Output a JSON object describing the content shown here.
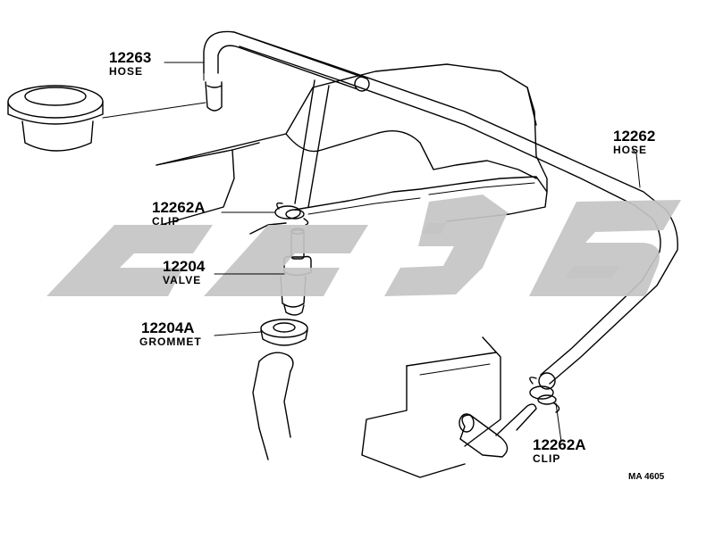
{
  "parts": [
    {
      "id": "hose-12263",
      "number": "12263",
      "name": "HOSE"
    },
    {
      "id": "hose-12262",
      "number": "12262",
      "name": "HOSE"
    },
    {
      "id": "clip-upper",
      "number": "12262A",
      "name": "CLIP"
    },
    {
      "id": "valve",
      "number": "12204",
      "name": "VALVE"
    },
    {
      "id": "grommet",
      "number": "12204A",
      "name": "GROMMET"
    },
    {
      "id": "clip-lower",
      "number": "12262A",
      "name": "CLIP"
    }
  ],
  "reference": "MA 4605",
  "colors": {
    "line": "#000000",
    "watermark": "#c4c4c4",
    "background": "#ffffff"
  }
}
